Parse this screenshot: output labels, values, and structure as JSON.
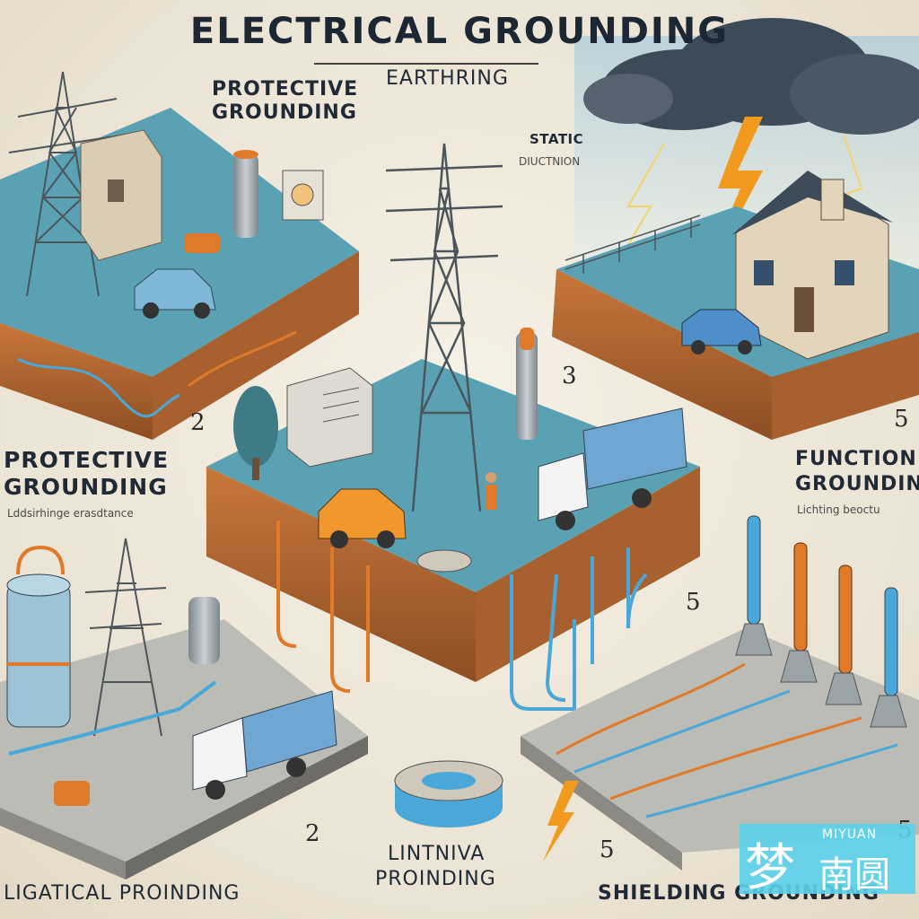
{
  "title": "ELECTRICAL GROUNDING",
  "labels": {
    "earthring": "EARTHRING",
    "protective_top_1": "PROTECTIVE",
    "protective_top_2": "GROUNDING",
    "protective_top_sub": "",
    "static_1": "STATIC",
    "static_2": "DIUCTNION",
    "protective_left_1": "PROTECTIVE",
    "protective_left_2": "GROUNDING",
    "protective_left_sub": "Lddsirhinge erasdtance",
    "function_1": "FUNCTION",
    "function_2": "GROUNDING",
    "function_sub": "Lichting beoctu",
    "ligatical": "LIGATICAL PROINDING",
    "lintniva_1": "LINTNIVA",
    "lintniva_2": "PROINDING",
    "shielding": "SHIELDING GROUNDING"
  },
  "numbers": {
    "n_left": "2",
    "n_center": "3",
    "n_right_top": "5",
    "n_right_mid": "5",
    "n_bottom_left": "2",
    "n_bottom_center": "5",
    "n_bottom_right": "5"
  },
  "watermark": {
    "glyph": "梦",
    "en": "MIYUAN",
    "cn": "南圆"
  },
  "colors": {
    "ground_top": "#5aa2b3",
    "soil": "#c8773a",
    "soil_dark": "#8d4e23",
    "sky_storm": "#3d4a57",
    "lightning": "#f29a1e",
    "cable_blue": "#4aa8d8",
    "cable_orange": "#e07a2a",
    "metal": "#9aa3a8"
  }
}
